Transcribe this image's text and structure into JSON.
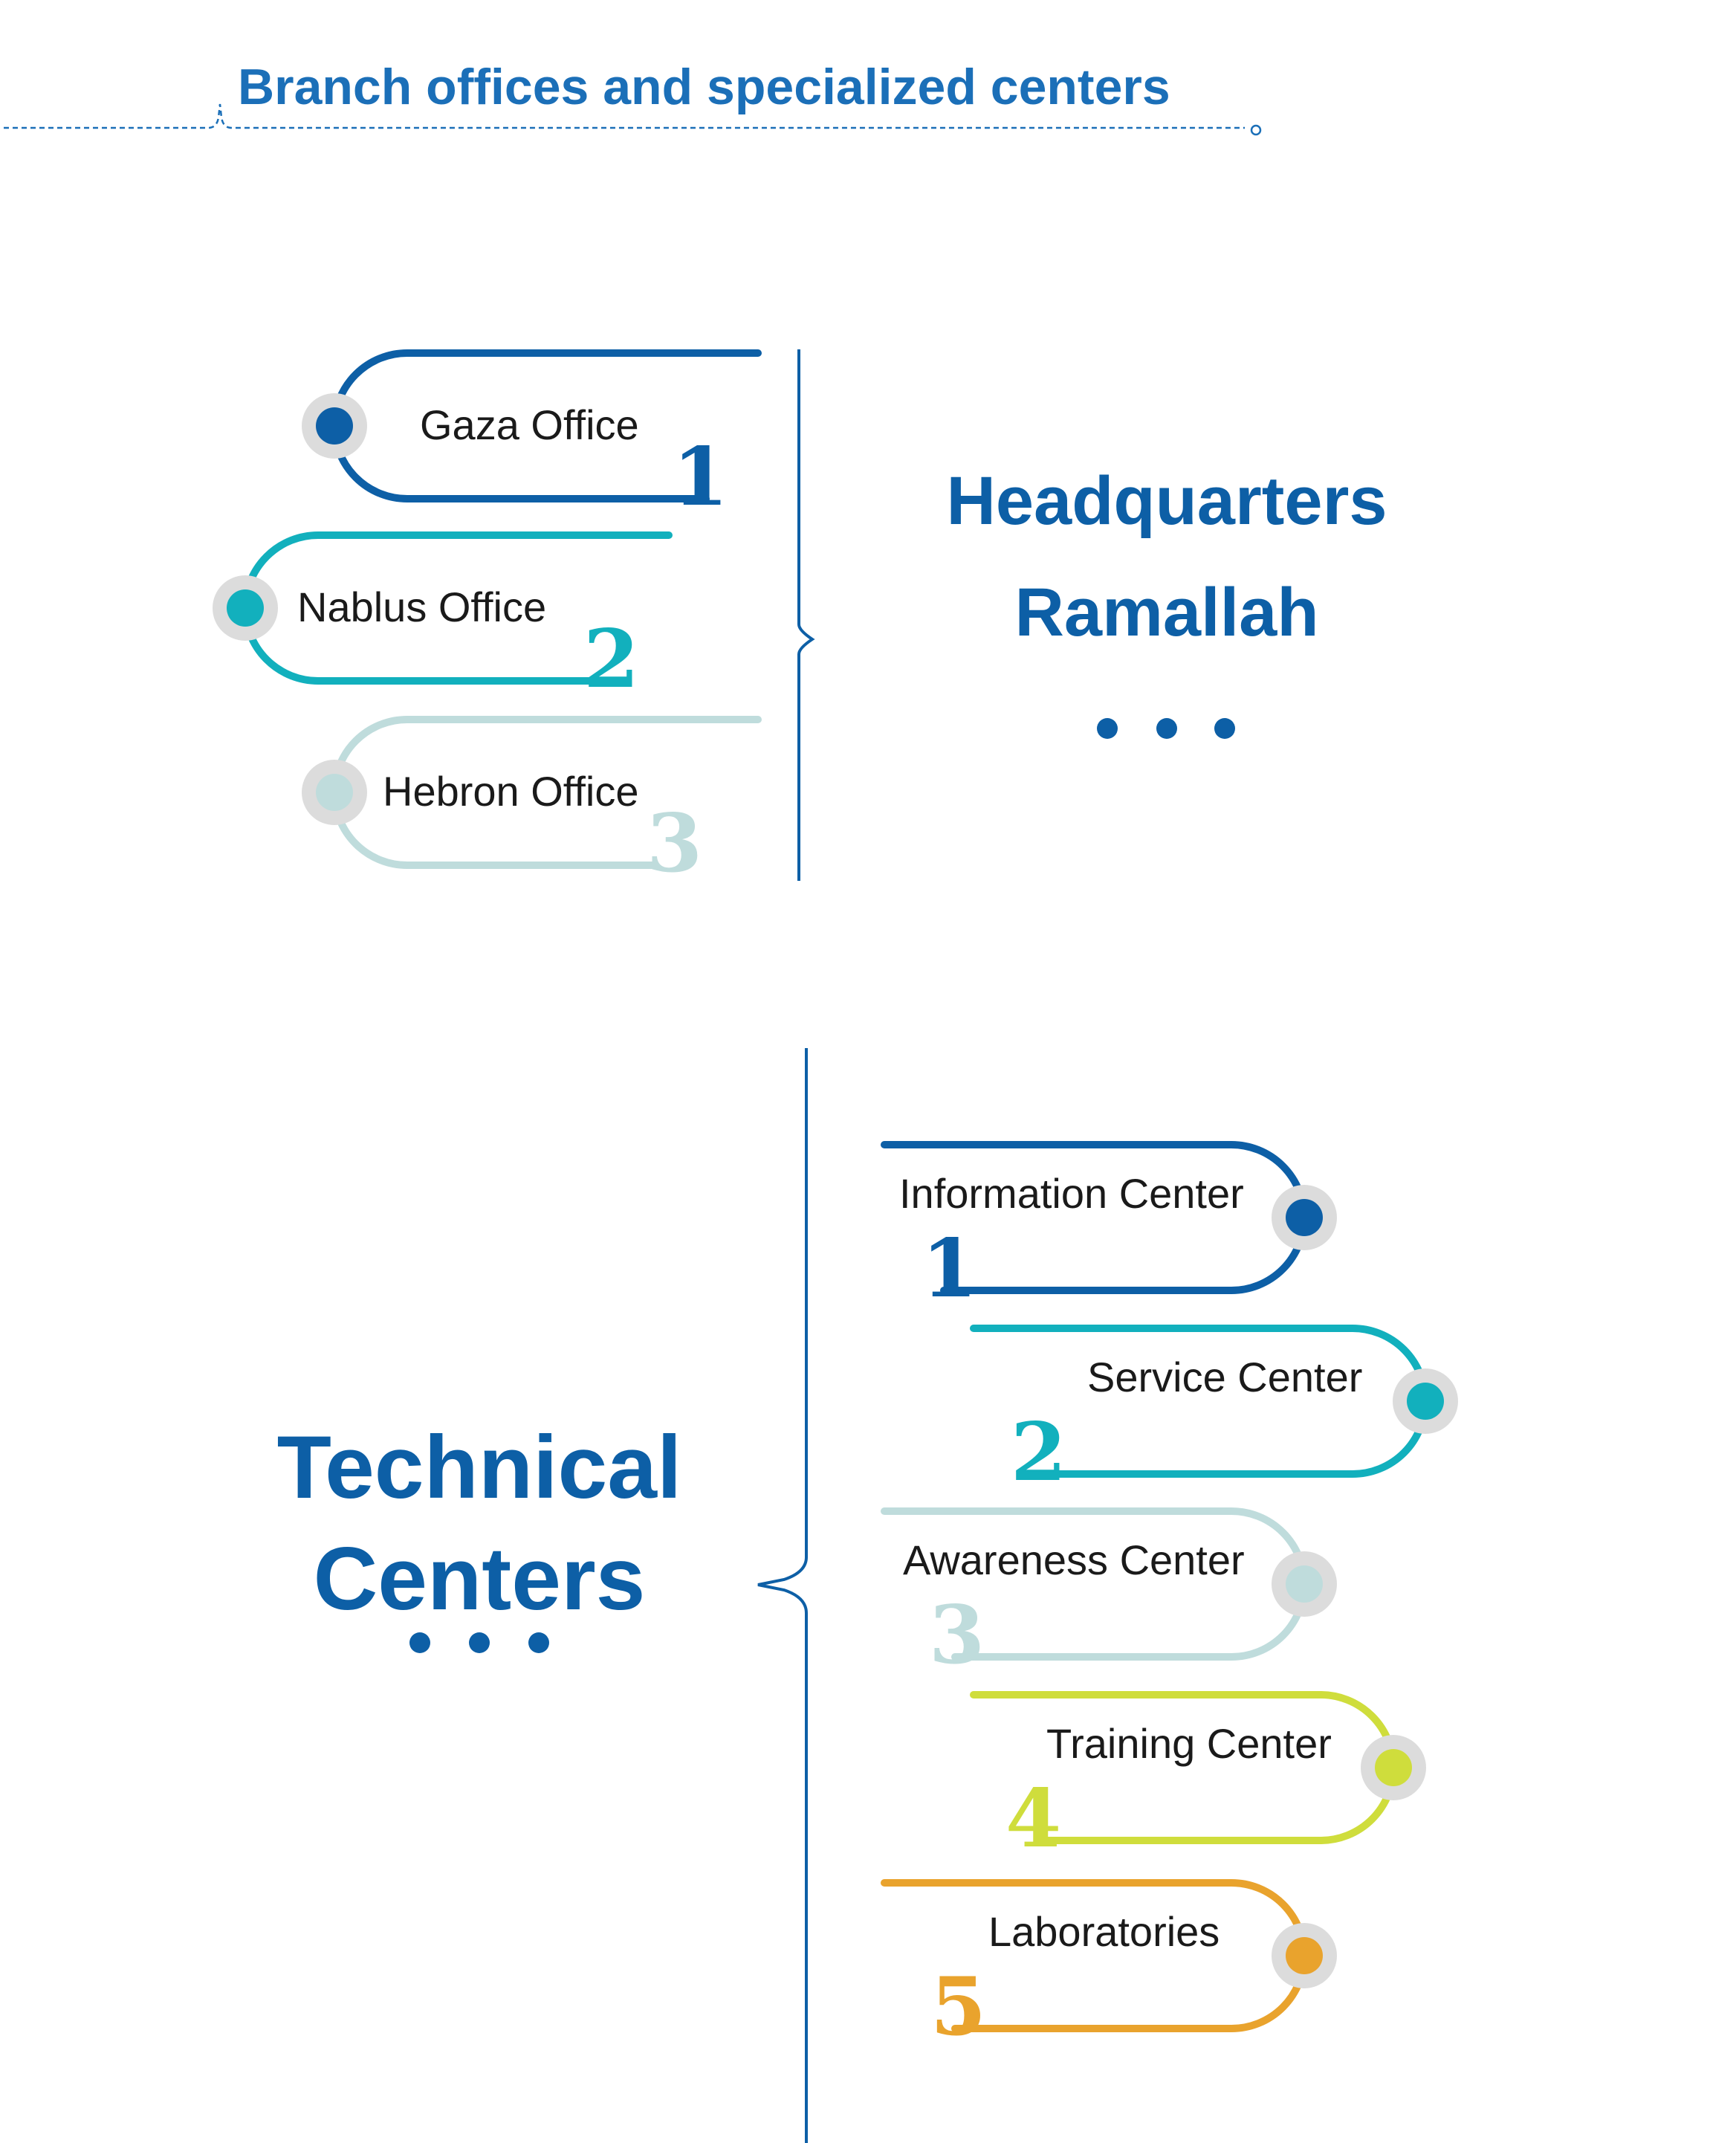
{
  "page_title": "Branch offices and specialized centers",
  "colors": {
    "primary": "#0d5fa6",
    "teal": "#12b0bd",
    "pale": "#bfdcdc",
    "lime": "#cfdd3c",
    "orange": "#e9a32d",
    "ring": "#dcdcdc"
  },
  "headquarters": {
    "title_line1": "Headquarters",
    "title_line2": "Ramallah",
    "offices": [
      {
        "label": "Gaza Office",
        "number": "1",
        "color": "#0d5fa6"
      },
      {
        "label": "Nablus Office",
        "number": "2",
        "color": "#12b0bd"
      },
      {
        "label": "Hebron Office",
        "number": "3",
        "color": "#bfdcdc"
      }
    ]
  },
  "technical": {
    "title_line1": "Technical",
    "title_line2": "Centers",
    "centers": [
      {
        "label": "Information Center",
        "number": "1",
        "color": "#0d5fa6"
      },
      {
        "label": "Service Center",
        "number": "2",
        "color": "#12b0bd"
      },
      {
        "label": "Awareness Center",
        "number": "3",
        "color": "#bfdcdc"
      },
      {
        "label": "Training Center",
        "number": "4",
        "color": "#cfdd3c"
      },
      {
        "label": "Laboratories",
        "number": "5",
        "color": "#e9a32d"
      }
    ]
  }
}
